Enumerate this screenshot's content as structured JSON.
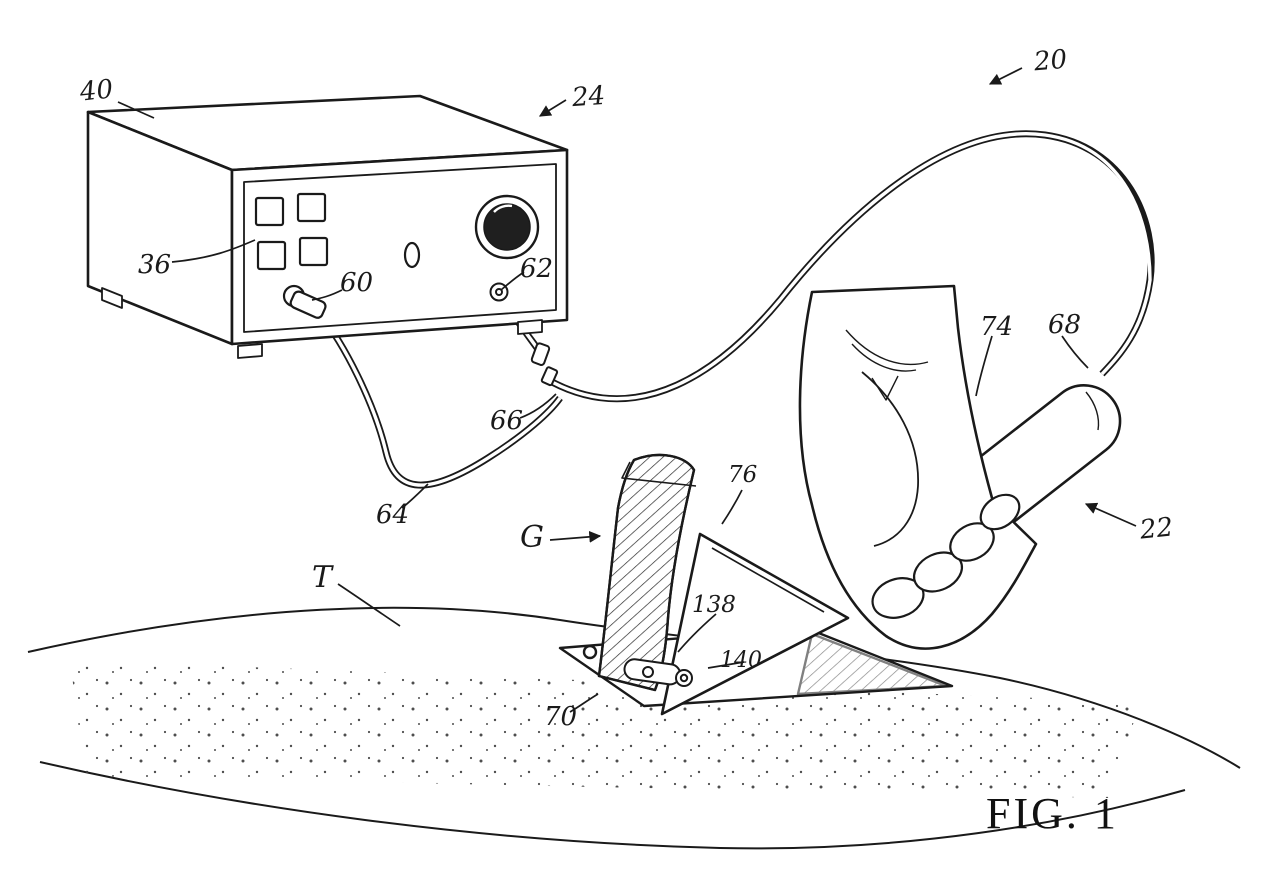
{
  "figure": {
    "caption": "FIG. 1",
    "labels": {
      "n20": "20",
      "n22": "22",
      "n24": "24",
      "n36": "36",
      "n40": "40",
      "n60": "60",
      "n62": "62",
      "n64": "64",
      "n66": "66",
      "n68": "68",
      "n70": "70",
      "n74": "74",
      "n76": "76",
      "n138": "138",
      "n140": "140",
      "nG": "G",
      "nT": "T"
    }
  }
}
